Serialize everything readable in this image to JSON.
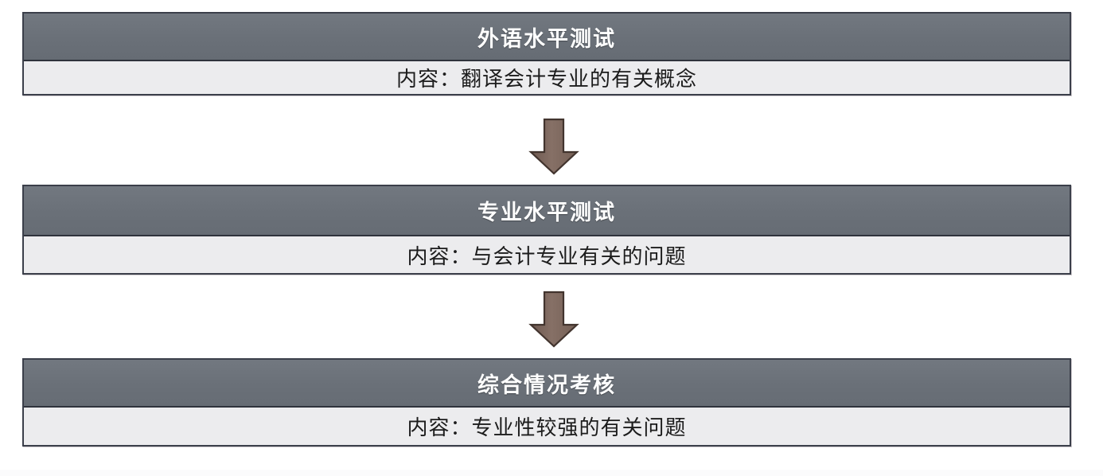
{
  "diagram": {
    "title_flow": "外语水平测试 → 专业水平测试 → 综合情况考核",
    "colors": {
      "header_background": "#6A7078",
      "header_text": "#FFFFFF",
      "body_background": "#ECECEE",
      "body_text": "#1C1C1C",
      "border": "#3B3F4A",
      "arrow_fill": "#80685E",
      "arrow_border": "#4A3A33",
      "page_background": "#FFFFFF"
    },
    "steps": [
      {
        "id": "step-1",
        "header": "外语水平测试",
        "body": "内容：翻译会计专业的有关概念"
      },
      {
        "id": "step-2",
        "header": "专业水平测试",
        "body": "内容：与会计专业有关的问题"
      },
      {
        "id": "step-3",
        "header": "综合情况考核",
        "body": "内容：专业性较强的有关问题"
      }
    ],
    "connectors": [
      {
        "id": "connector-1",
        "icon": "arrow-down-icon",
        "from": "step-1",
        "to": "step-2"
      },
      {
        "id": "connector-2",
        "icon": "arrow-down-icon",
        "from": "step-2",
        "to": "step-3"
      }
    ]
  }
}
